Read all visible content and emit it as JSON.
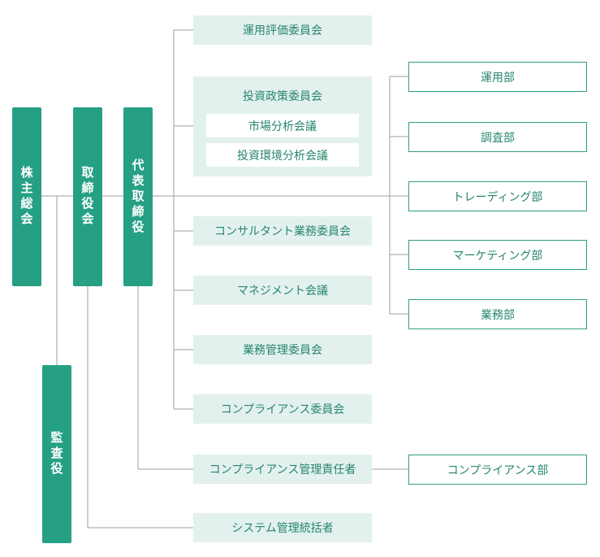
{
  "left": {
    "shareholders": "株主総会",
    "board": "取締役会",
    "ceo": "代表取締役",
    "auditor": "監査役"
  },
  "committees": {
    "investment_eval": "運用評価委員会",
    "investment_policy": "投資政策委員会",
    "market_analysis": "市場分析会議",
    "environment_analysis": "投資環境分析会議",
    "consultant": "コンサルタント業務委員会",
    "management": "マネジメント会議",
    "operations_mgmt": "業務管理委員会",
    "compliance": "コンプライアンス委員会",
    "compliance_officer": "コンプライアンス管理責任者",
    "system_officer": "システム管理統括者"
  },
  "departments": {
    "investment": "運用部",
    "research": "調査部",
    "trading": "トレーディング部",
    "marketing": "マーケティング部",
    "operations": "業務部",
    "compliance": "コンプライアンス部"
  }
}
